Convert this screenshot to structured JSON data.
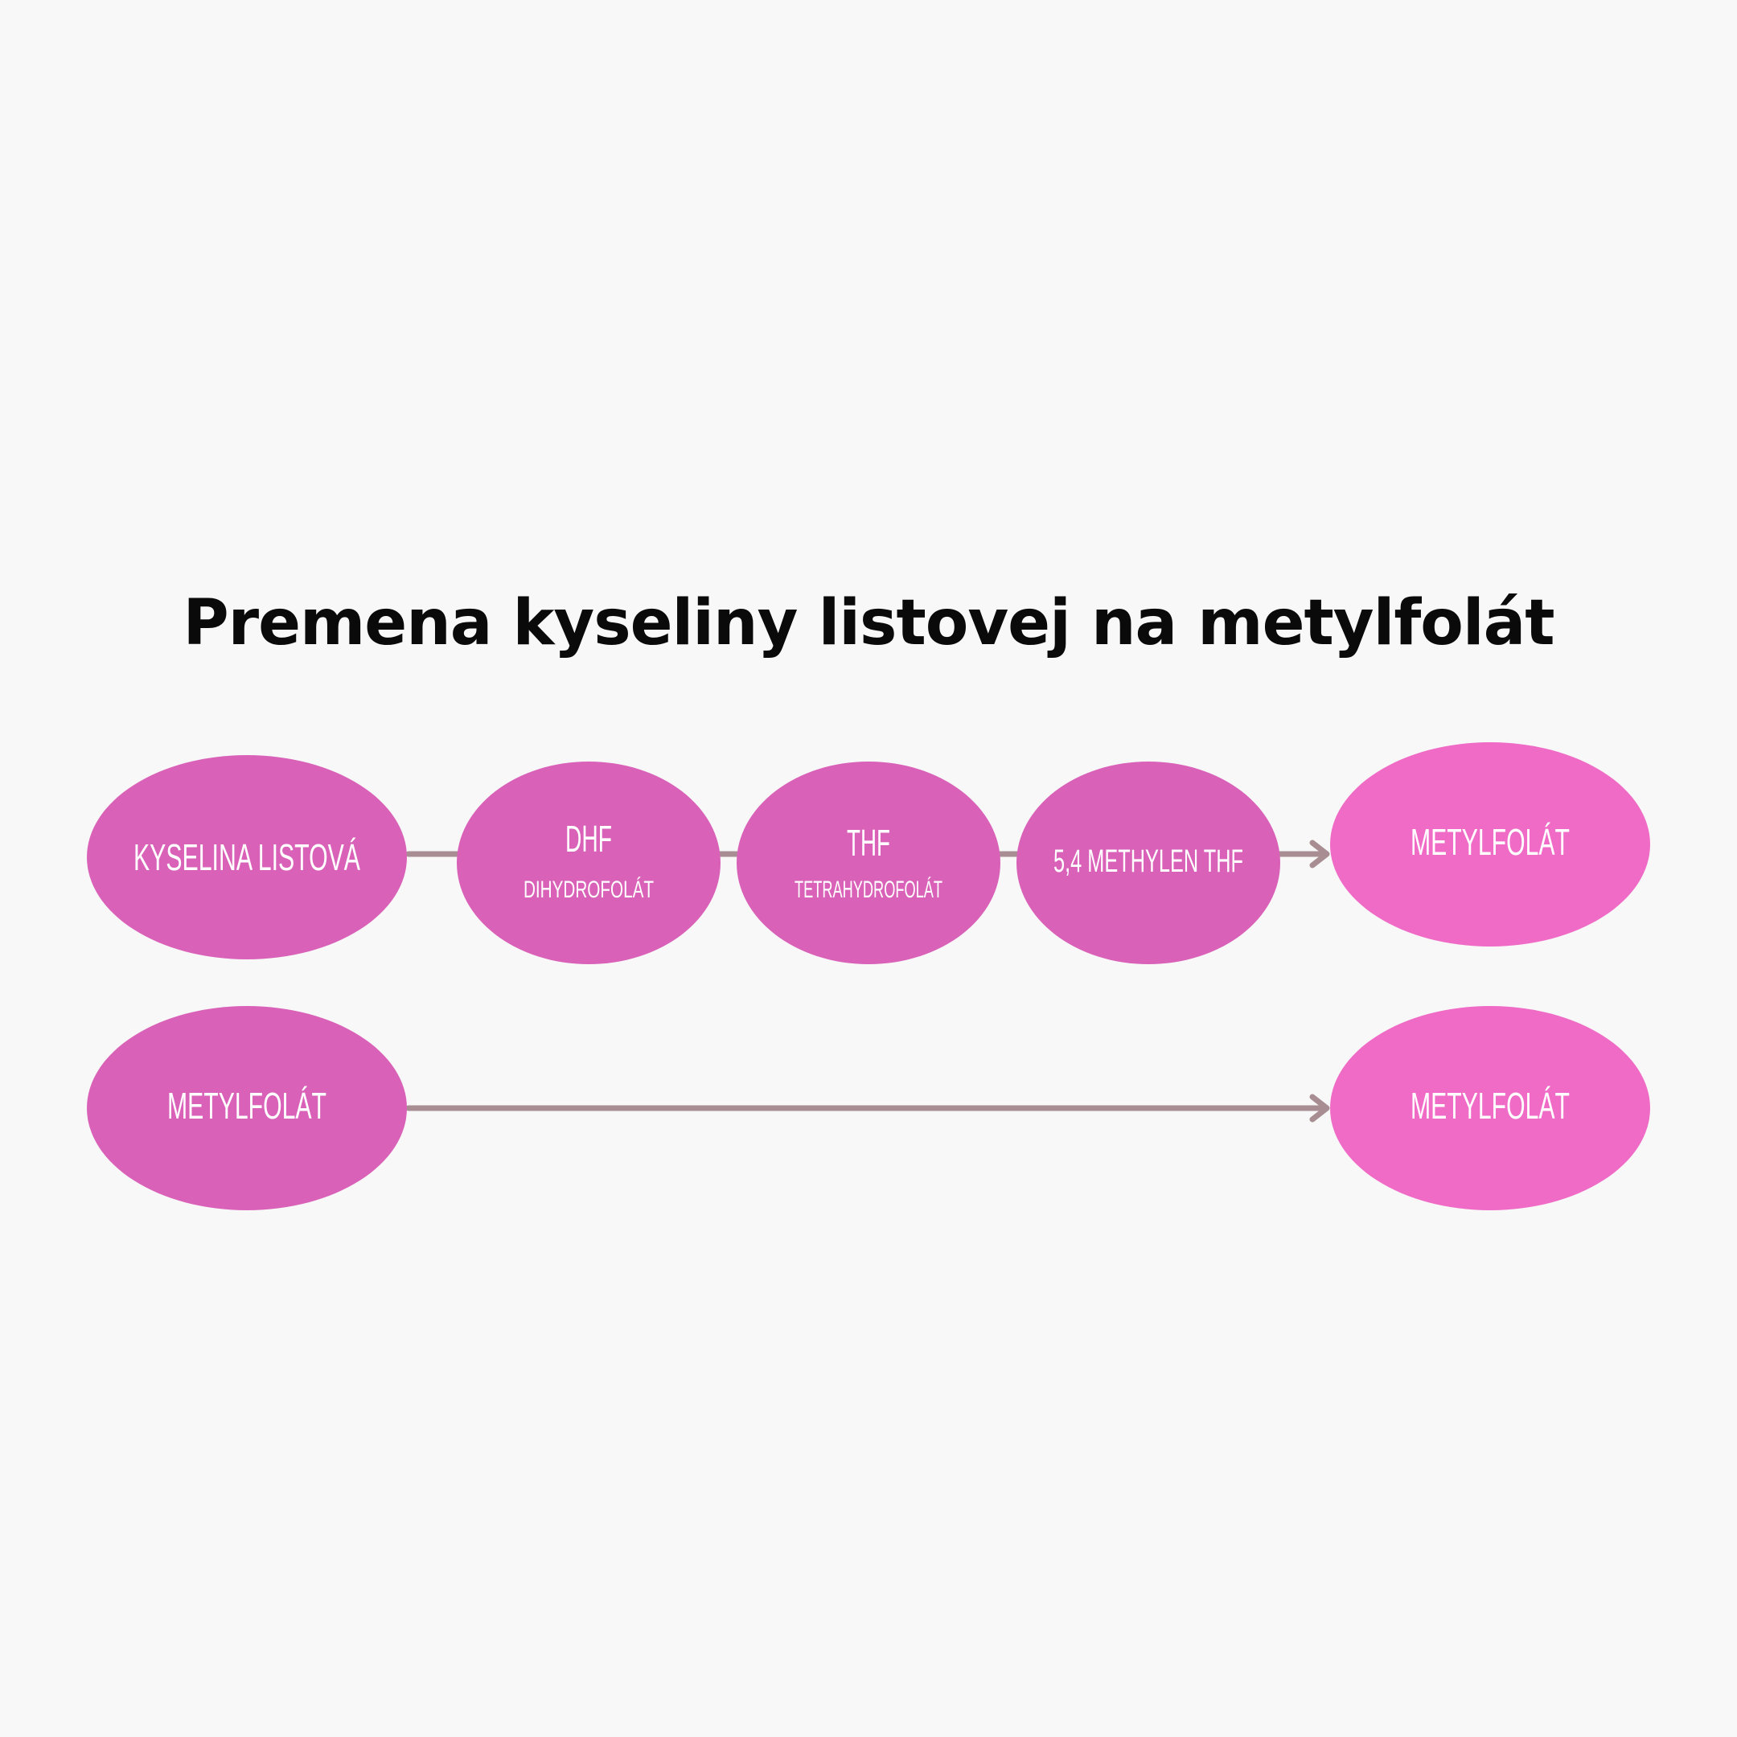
{
  "title": "Premena kyseliny listovej na metylfolát",
  "colors": {
    "node": "#d962b8",
    "node_highlight": "#ef6bc6",
    "connector": "#a88e93",
    "text": "#ffffff",
    "title": "#0a0a0a",
    "background": "#f8f8f9"
  },
  "rows": [
    {
      "nodes": [
        {
          "label": "KYSELINA LISTOVÁ",
          "sublabel": ""
        },
        {
          "label": "DHF",
          "sublabel": "DIHYDROFOLÁT"
        },
        {
          "label": "THF",
          "sublabel": "TETRAHYDROFOLÁT"
        },
        {
          "label": "5,4 METHYLEN THF",
          "sublabel": ""
        },
        {
          "label": "METYLFOLÁT",
          "sublabel": ""
        }
      ]
    },
    {
      "nodes": [
        {
          "label": "METYLFOLÁT",
          "sublabel": ""
        },
        {
          "label": "METYLFOLÁT",
          "sublabel": ""
        }
      ]
    }
  ]
}
